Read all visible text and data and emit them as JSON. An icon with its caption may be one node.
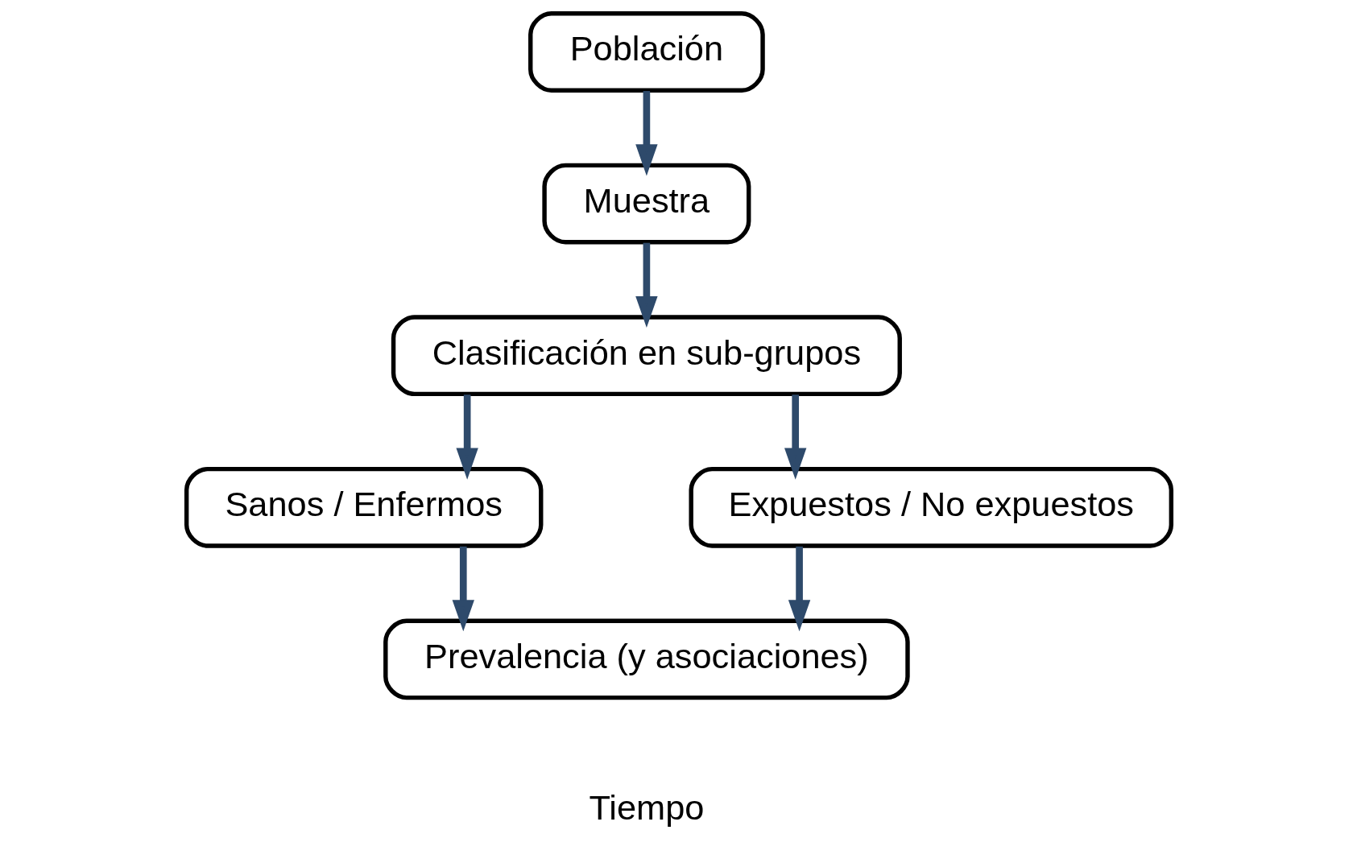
{
  "diagram": {
    "nodes": [
      {
        "text": [
          "Población"
        ]
      },
      {
        "text": [
          "Muestra"
        ]
      },
      {
        "text": [
          "Clasificación en sub-grupos"
        ]
      },
      {
        "text": [
          "Sanos / Enfermos"
        ]
      },
      {
        "text": [
          "Expuestos / No expuestos"
        ]
      },
      {
        "text": [
          "Prevalencia (y asociaciones)"
        ]
      }
    ],
    "edges": [
      {
        "from": 0,
        "to": 1,
        "arrow": "to"
      },
      {
        "from": 1,
        "to": 2,
        "arrow": "to"
      },
      {
        "from": 2,
        "to": 3,
        "arrow": "to"
      },
      {
        "from": 2,
        "to": 4,
        "arrow": "to"
      },
      {
        "from": 3,
        "to": 5,
        "arrow": "to"
      },
      {
        "from": 4,
        "to": 5,
        "arrow": "to"
      }
    ],
    "labels": [
      "Tiempo"
    ]
  }
}
